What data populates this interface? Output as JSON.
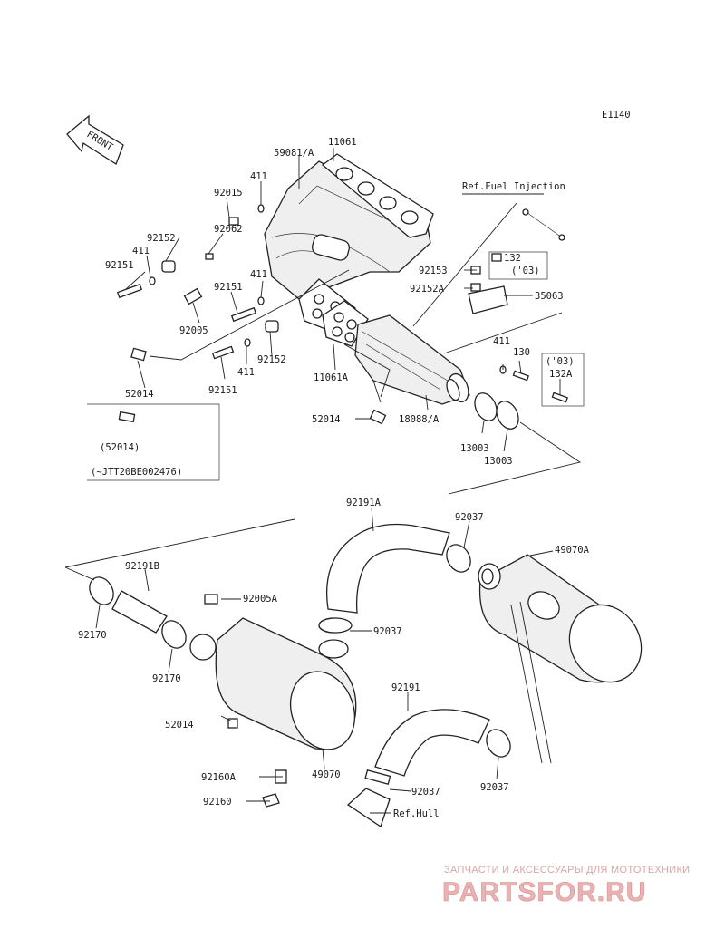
{
  "diagram_code": "E1140",
  "front_label": "FRONT",
  "references": {
    "fuel_injection": "Ref.Fuel Injection",
    "hull": "Ref.Hull"
  },
  "notes": {
    "year_03_a": "('03)",
    "year_03_b": "('03)",
    "serial_range": "(~JTT20BE002476)",
    "alt_part": "(52014)"
  },
  "part_labels": {
    "p11061": "11061",
    "p59081A": "59081/A",
    "p411_a": "411",
    "p92015": "92015",
    "p92062": "92062",
    "p92152_a": "92152",
    "p411_b": "411",
    "p92151_a": "92151",
    "p411_c": "411",
    "p92151_b": "92151",
    "p92005": "92005",
    "p52014_a": "52014",
    "p92151_c": "92151",
    "p411_d": "411",
    "p92152_b": "92152",
    "p11061A": "11061A",
    "p92153": "92153",
    "p132": "132",
    "p92152A": "92152A",
    "p35063": "35063",
    "p411_e": "411",
    "p130": "130",
    "p132A": "132A",
    "p52014_b": "52014",
    "p18088A": "18088/A",
    "p13003_a": "13003",
    "p13003_b": "13003",
    "p92191A": "92191A",
    "p92037_a": "92037",
    "p49070A": "49070A",
    "p92191B": "92191B",
    "p92005A": "92005A",
    "p92170_a": "92170",
    "p92037_b": "92037",
    "p92170_b": "92170",
    "p52014_c": "52014",
    "p92191": "92191",
    "p49070": "49070",
    "p92160A": "92160A",
    "p92037_c": "92037",
    "p92037_d": "92037",
    "p92160": "92160"
  },
  "watermark": {
    "tagline": "ЗАПЧАСТИ И АКСЕССУАРЫ ДЛЯ МОТОТЕХНИКИ",
    "brand": "PARTSFOR.RU"
  }
}
